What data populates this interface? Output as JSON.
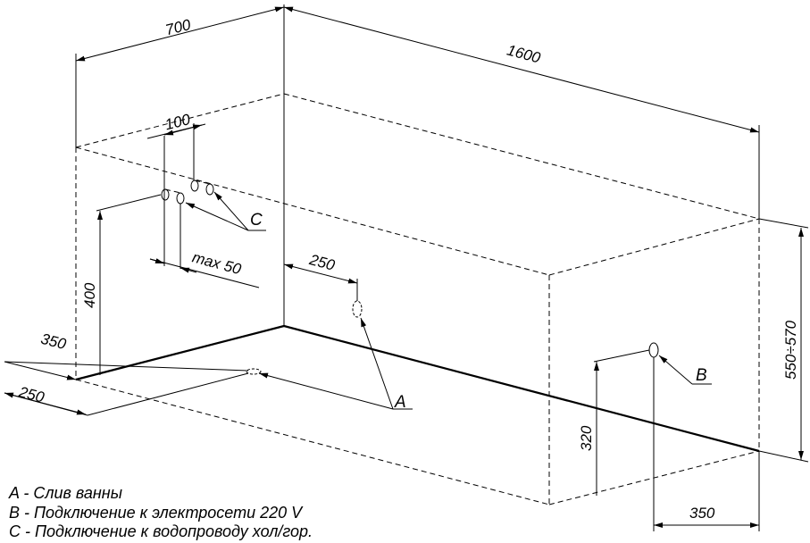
{
  "dimensions": {
    "width": "700",
    "length": "1600",
    "height": "550÷570",
    "pipe_spacing": "100",
    "pipe_offset": "max 50",
    "pipe_height": "400",
    "drain_side": "350",
    "drain_front": "250",
    "drain_wall": "250",
    "socket_height": "320",
    "socket_side": "350"
  },
  "markers": {
    "a": "A",
    "b": "B",
    "c": "C"
  },
  "legend": [
    "A - Слив ванны",
    "B - Подключение к электросети 220 V",
    "C - Подключение к водопроводу хол/гор."
  ]
}
